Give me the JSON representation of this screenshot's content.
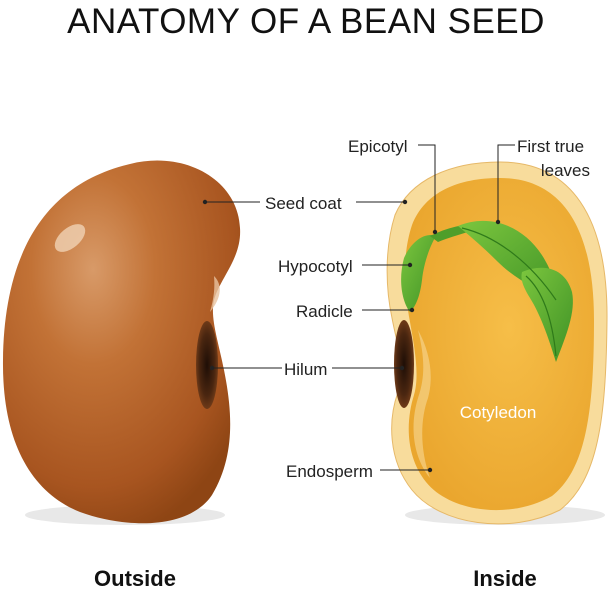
{
  "title": "ANATOMY OF A BEAN SEED",
  "labels": {
    "epicotyl": "Epicotyl",
    "first_true_leaves_line1": "First true",
    "first_true_leaves_line2": "leaves",
    "seed_coat": "Seed coat",
    "hypocotyl": "Hypocotyl",
    "radicle": "Radicle",
    "hilum": "Hilum",
    "cotyledon": "Cotyledon",
    "endosperm": "Endosperm"
  },
  "captions": {
    "outside": "Outside",
    "inside": "Inside"
  },
  "colors": {
    "outer_seed": "#b8642a",
    "seed_coat": "#f7d89a",
    "cotyledon": "#f0b03a",
    "hilum": "#3a1e0e",
    "leaf": "#5fb030"
  }
}
